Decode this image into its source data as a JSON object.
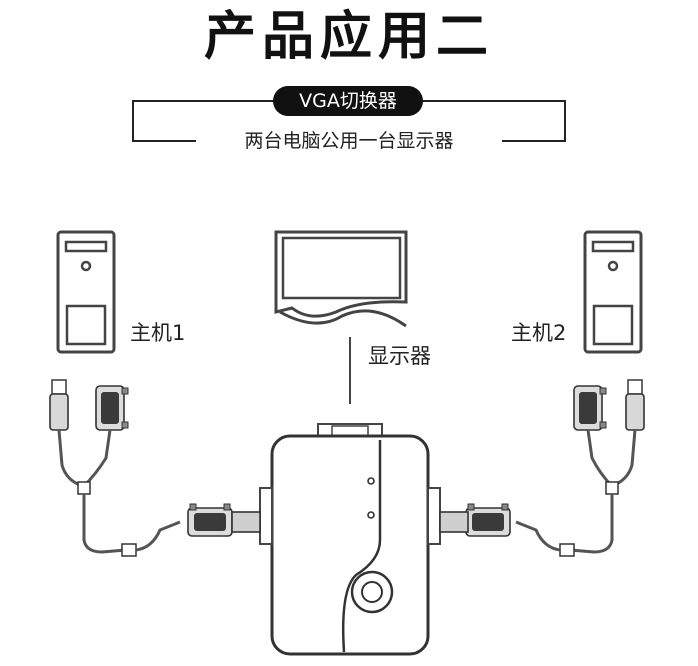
{
  "title": "产品应用二",
  "pill_label": "VGA切换器",
  "subtitle": "两台电脑公用一台显示器",
  "labels": {
    "host1": "主机1",
    "host2": "主机2",
    "monitor": "显示器"
  },
  "colors": {
    "ink": "#111111",
    "background": "#ffffff",
    "connector": "#555555"
  }
}
